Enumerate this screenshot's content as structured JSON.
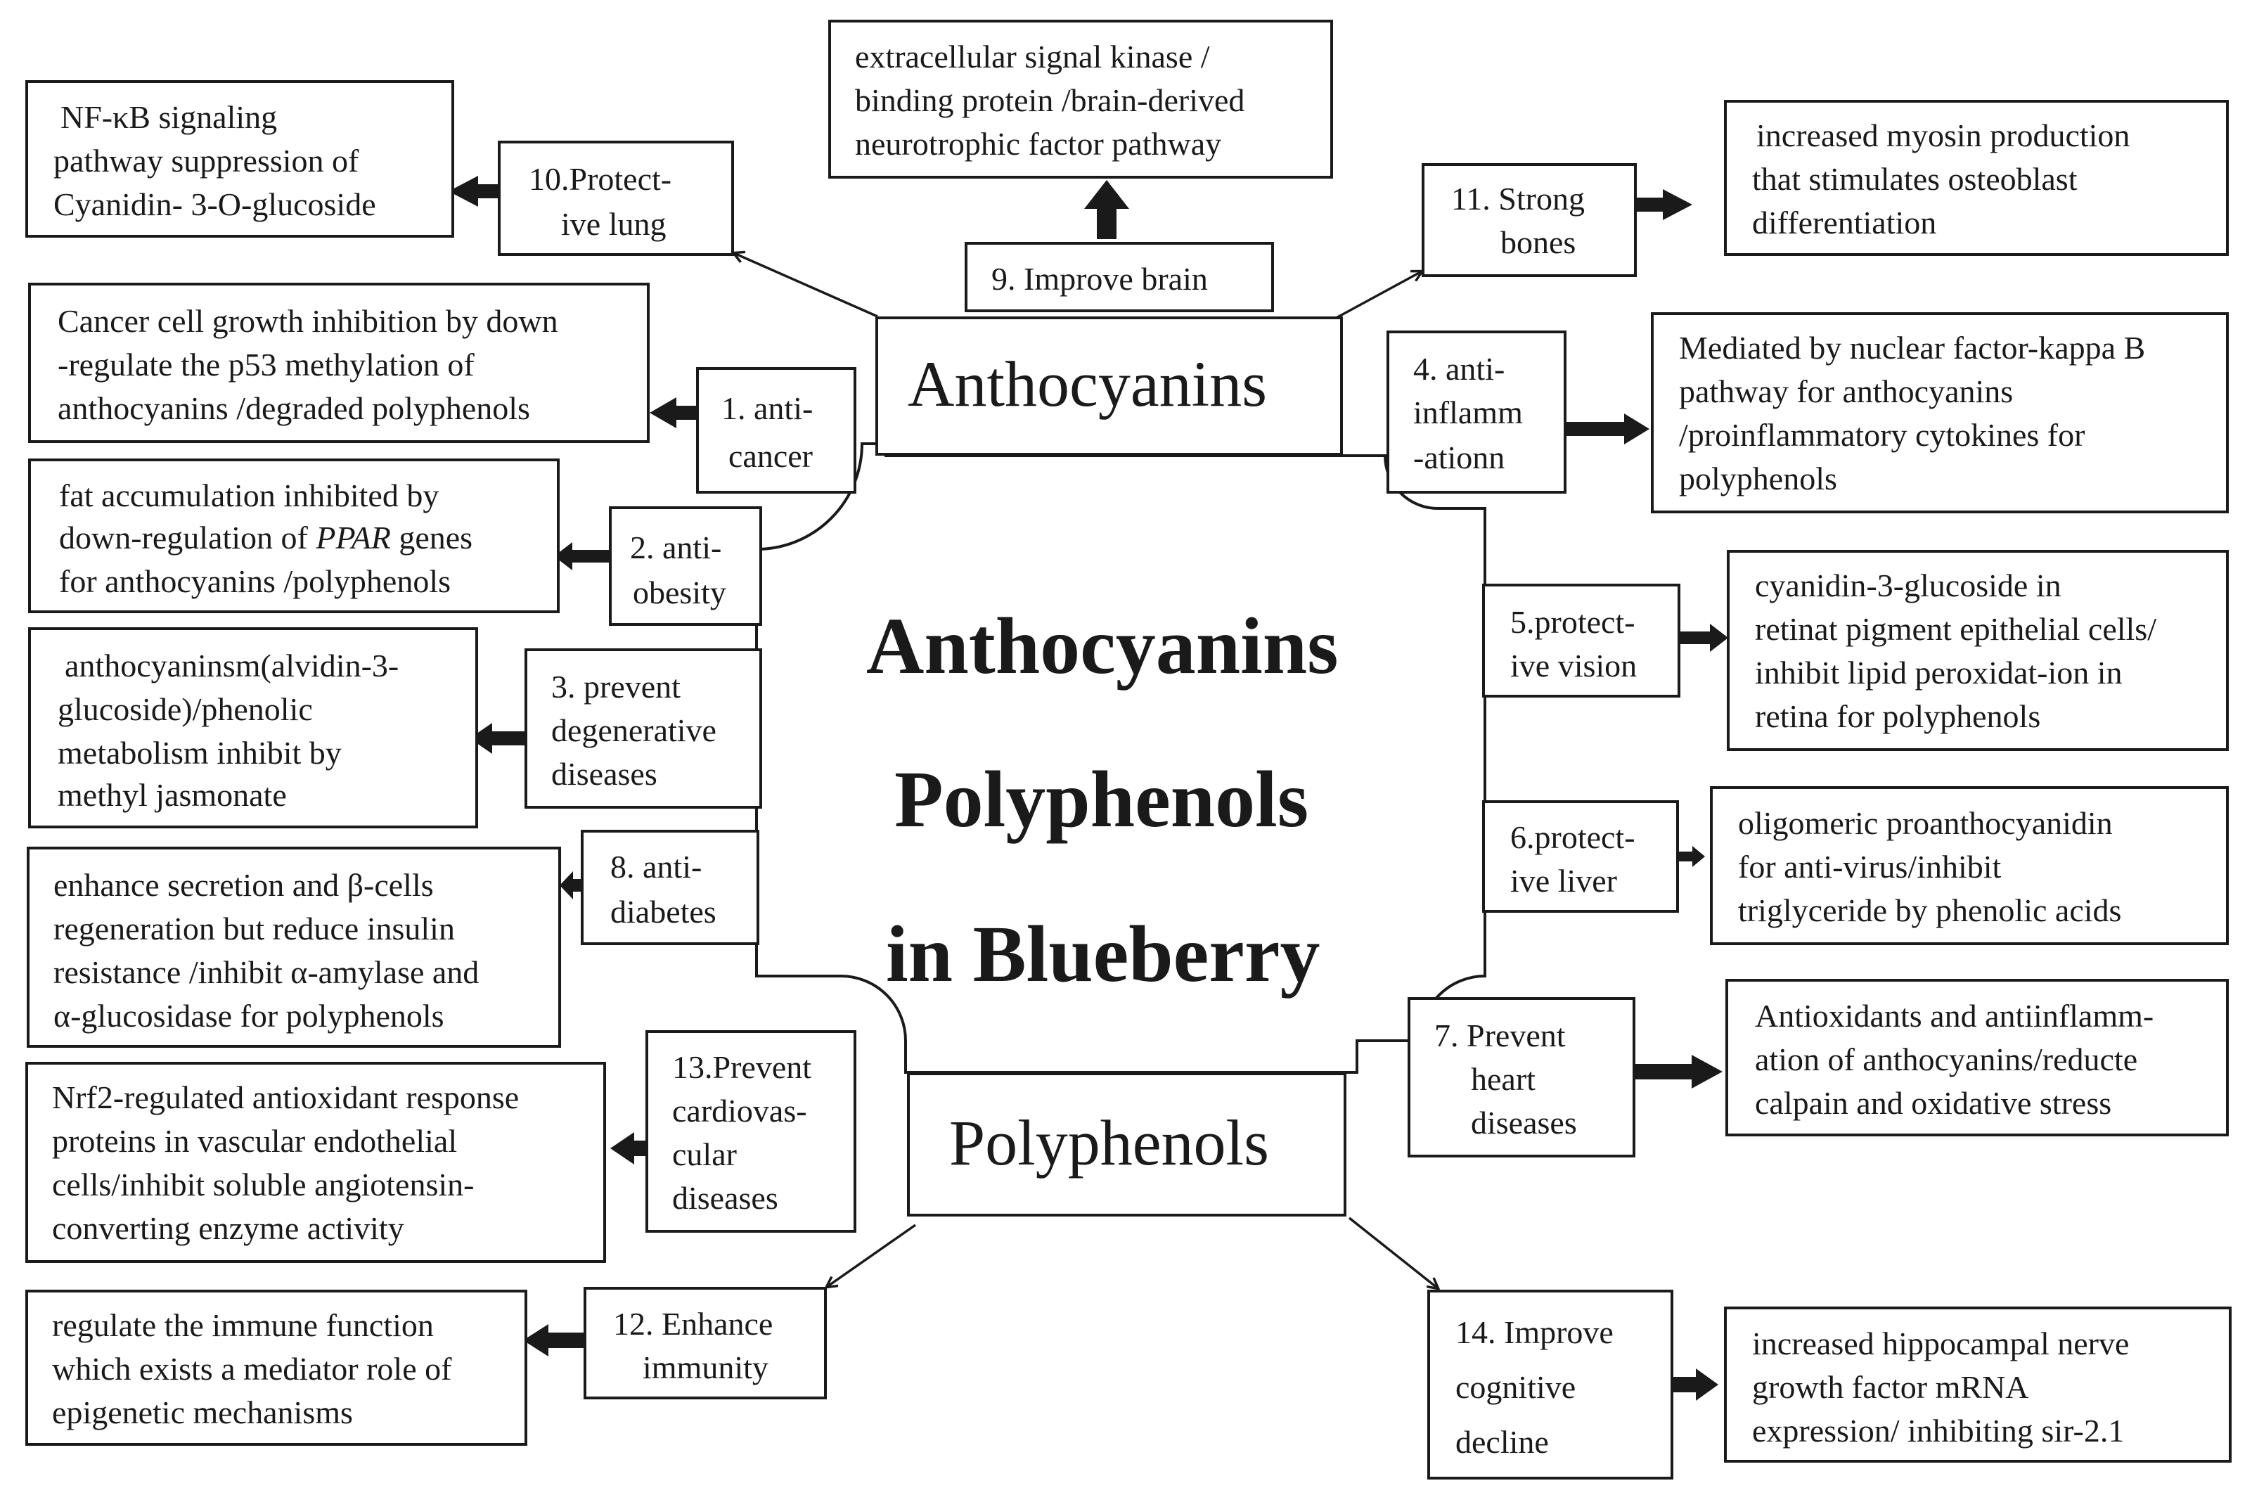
{
  "center_title": [
    "Anthocyanins",
    "Polyphenols",
    "in Blueberry"
  ],
  "top_label": "Anthocyanins",
  "bottom_label": "Polyphenols",
  "colors": {
    "ink": "#1a1a1a",
    "background": "#ffffff"
  },
  "benefits": [
    {
      "id": "b1",
      "label": [
        "1. anti-",
        "cancer"
      ],
      "detail": [
        "Cancer cell growth inhibition by down",
        "-regulate the p53 methylation of",
        "anthocyanins /degraded polyphenols"
      ]
    },
    {
      "id": "b2",
      "label": [
        "2. anti-",
        "obesity"
      ],
      "detail": [
        "fat accumulation inhibited by",
        "down-regulation of PPAR genes",
        "for anthocyanins /polyphenols"
      ]
    },
    {
      "id": "b3",
      "label": [
        "3. prevent",
        "degenerative",
        "diseases"
      ],
      "detail": [
        "anthocyaninsm(alvidin-3-",
        "glucoside)/phenolic",
        "metabolism  inhibit by",
        "methyl jasmonate"
      ]
    },
    {
      "id": "b4",
      "label": [
        "4. anti-",
        "inflamm",
        "-ationn"
      ],
      "detail": [
        "Mediated by nuclear factor-kappa B",
        "pathway for anthocyanins",
        "/proinflammatory cytokines for",
        "polyphenols"
      ]
    },
    {
      "id": "b5",
      "label": [
        "5.protect-",
        "ive vision"
      ],
      "detail": [
        "cyanidin-3-glucoside  in",
        "retinat pigment epithelial cells/",
        "inhibit lipid peroxidat-ion  in",
        "retina for polyphenols"
      ]
    },
    {
      "id": "b6",
      "label": [
        "6.protect-",
        "ive liver"
      ],
      "detail": [
        "oligomeric proanthocyanidin",
        "for anti-virus/inhibit",
        "triglyceride by phenolic acids"
      ]
    },
    {
      "id": "b7",
      "label": [
        "7. Prevent",
        "heart",
        "diseases"
      ],
      "detail": [
        "Antioxidants and antiinflamm-",
        "ation of anthocyanins/reducte",
        "calpain  and oxidative stress"
      ]
    },
    {
      "id": "b8",
      "label": [
        "8. anti-",
        "diabetes"
      ],
      "detail": [
        "enhance secretion and β-cells",
        "regeneration but  reduce insulin",
        "resistance /inhibit α-amylase and",
        "α-glucosidase  for polyphenols"
      ]
    },
    {
      "id": "b9",
      "label": [
        "9. Improve brain"
      ],
      "detail": [
        "extracellular signal kinase /",
        "binding protein /brain-derived",
        "neurotrophic factor pathway"
      ]
    },
    {
      "id": "b10",
      "label": [
        "10.Protect-",
        "ive lung"
      ],
      "detail": [
        "NF-κB signaling",
        "pathway suppression of",
        "Cyanidin- 3-O-glucoside"
      ]
    },
    {
      "id": "b11",
      "label": [
        "11. Strong",
        "bones"
      ],
      "detail": [
        "increased myosin production",
        "that stimulates osteoblast",
        "differentiation"
      ]
    },
    {
      "id": "b12",
      "label": [
        "12. Enhance",
        "immunity"
      ],
      "detail": [
        "regulate the immune function",
        "which exists a mediator role of",
        "epigenetic mechanisms"
      ]
    },
    {
      "id": "b13",
      "label": [
        "13.Prevent",
        "cardiovas-",
        "cular",
        "diseases"
      ],
      "detail": [
        "Nrf2-regulated antioxidant response",
        "proteins in vascular endothelial",
        "cells/inhibit soluble angiotensin-",
        "converting enzyme activity"
      ]
    },
    {
      "id": "b14",
      "label": [
        "14. Improve",
        "cognitive",
        "decline"
      ],
      "detail": [
        "increased hippocampal nerve",
        "growth factor mRNA",
        "expression/ inhibiting sir-2.1"
      ]
    }
  ]
}
